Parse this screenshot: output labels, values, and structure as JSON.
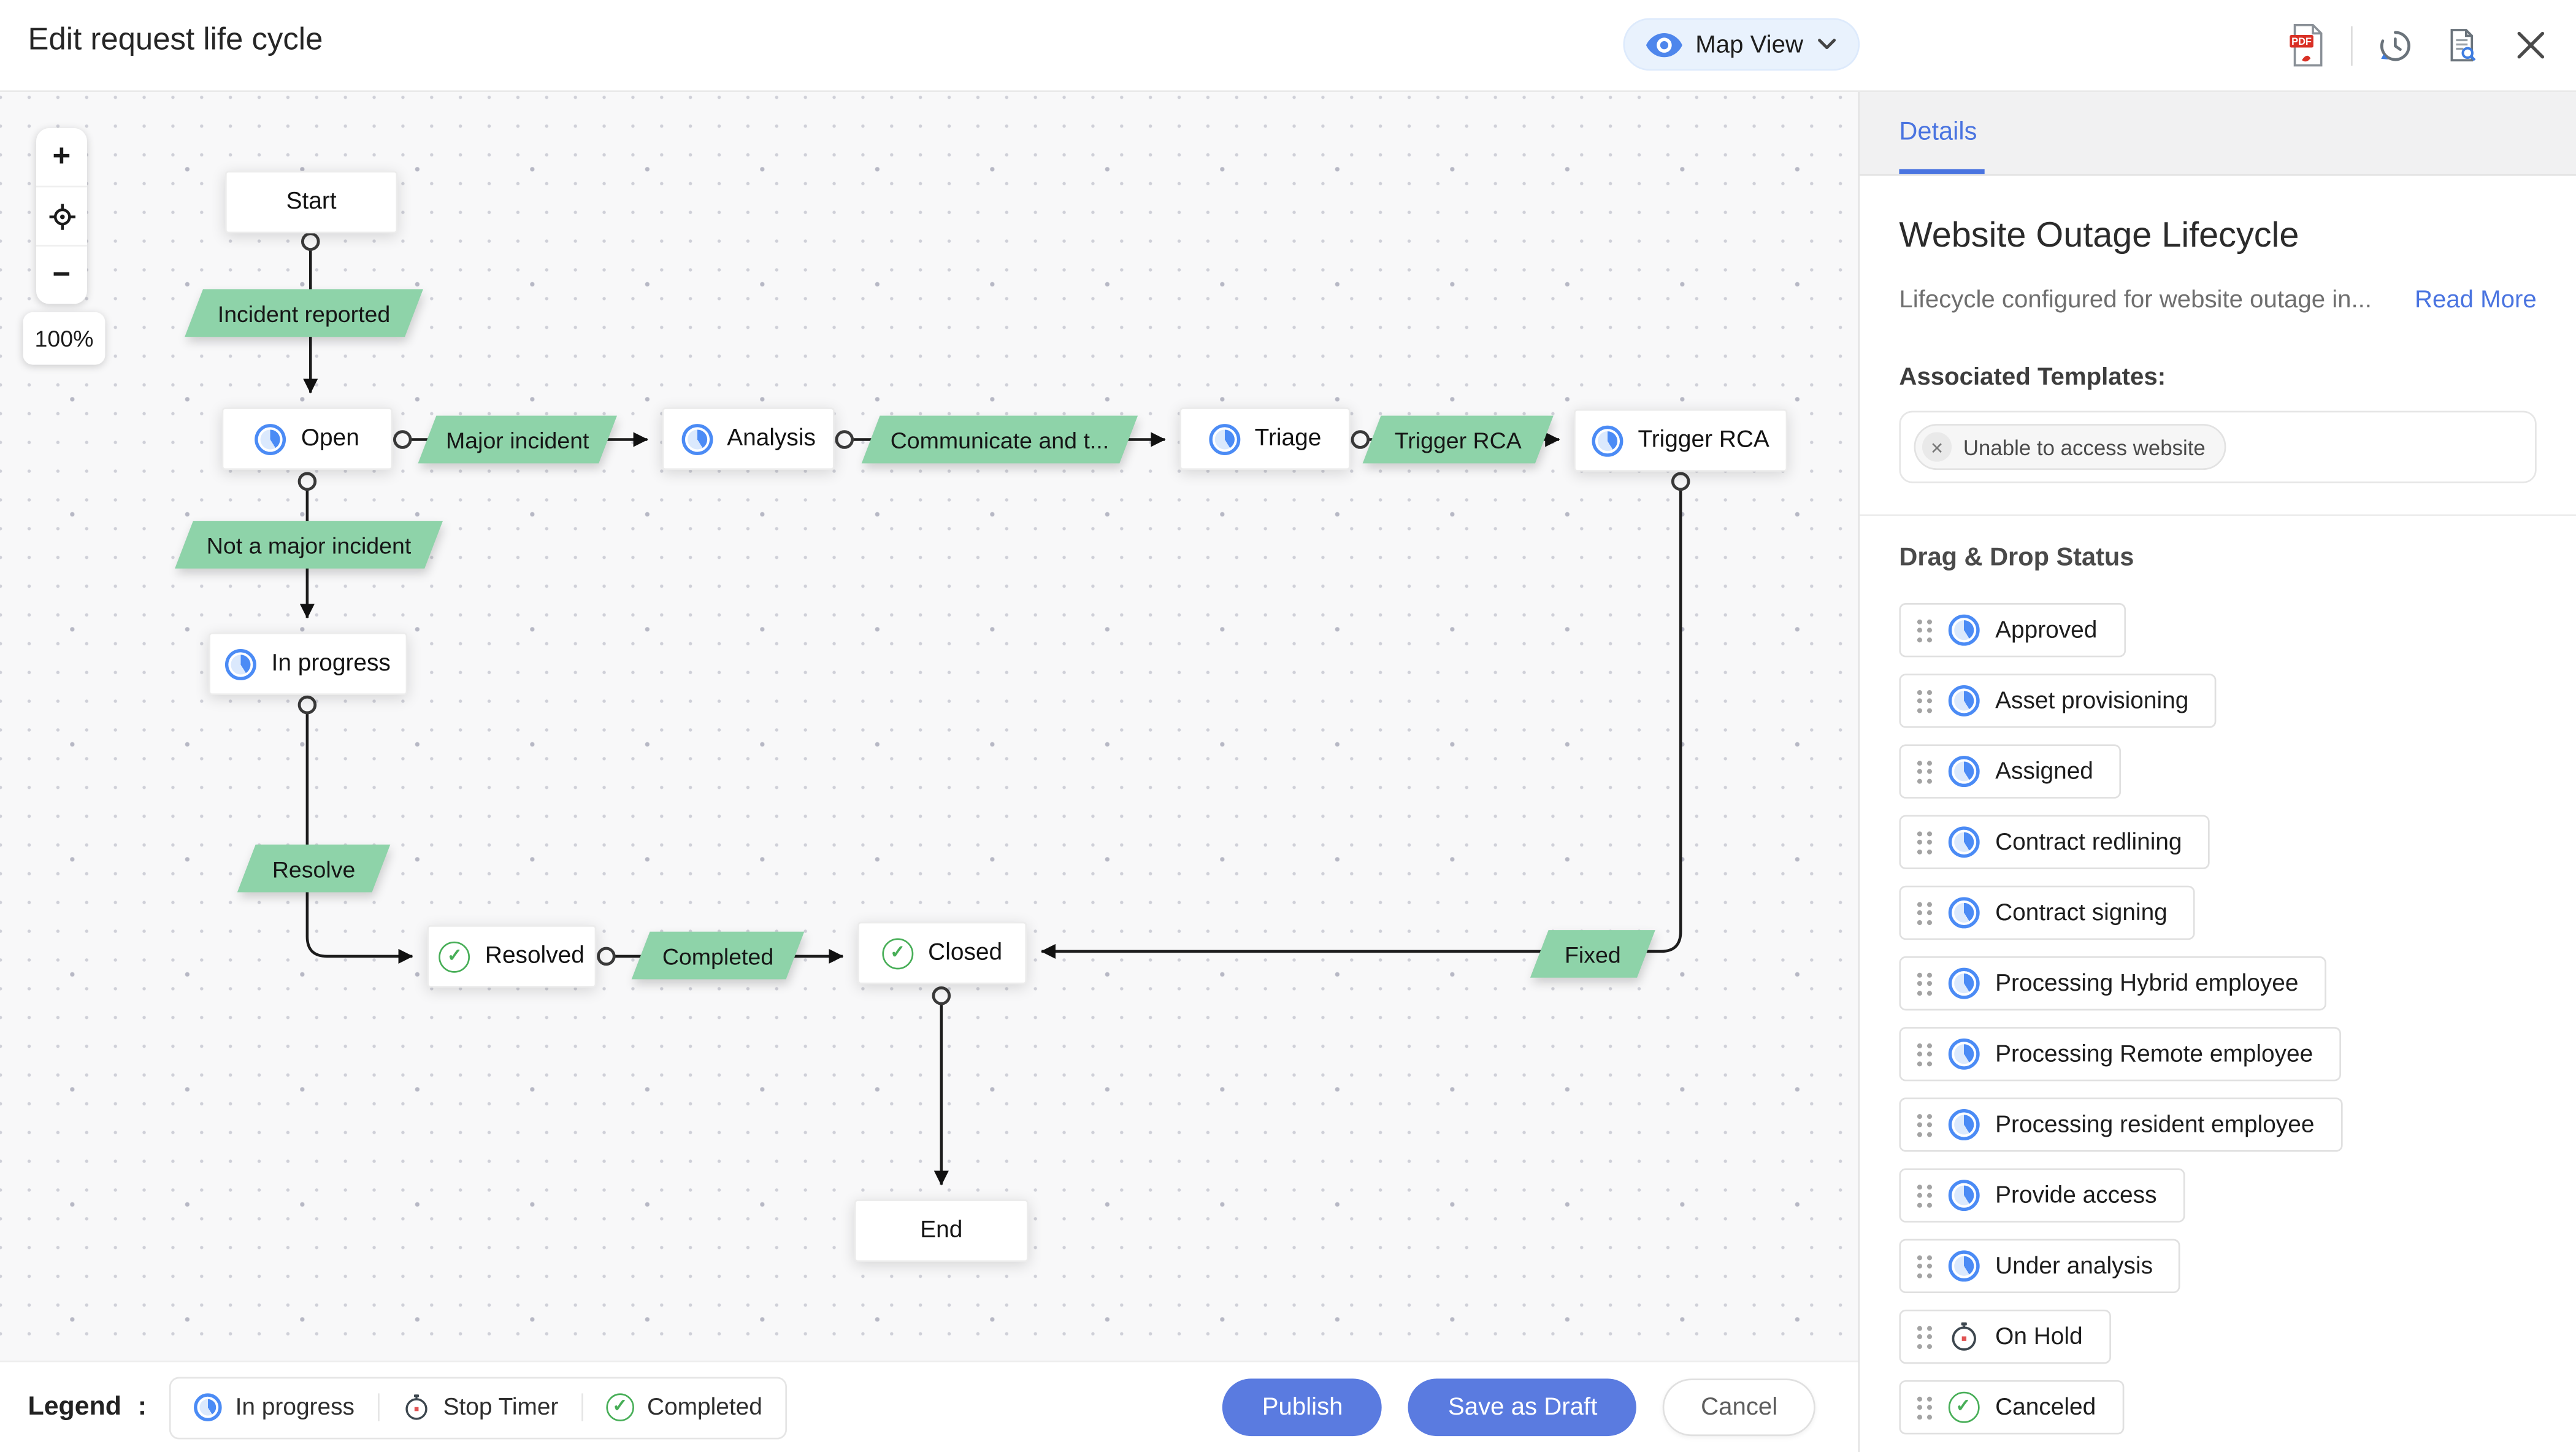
{
  "header": {
    "title": "Edit request life cycle",
    "view_selector": {
      "label": "Map View"
    }
  },
  "zoom_controls": {
    "zoom_in": "+",
    "zoom_out": "−",
    "zoom_level": "100%"
  },
  "canvas": {
    "nodes": [
      {
        "label": "Start",
        "icon": "none"
      },
      {
        "label": "Open",
        "icon": "in-progress"
      },
      {
        "label": "Analysis",
        "icon": "in-progress"
      },
      {
        "label": "Triage",
        "icon": "in-progress"
      },
      {
        "label": "Trigger RCA",
        "icon": "in-progress"
      },
      {
        "label": "In progress",
        "icon": "in-progress"
      },
      {
        "label": "Resolved",
        "icon": "completed"
      },
      {
        "label": "Closed",
        "icon": "completed"
      },
      {
        "label": "End",
        "icon": "none"
      }
    ],
    "edge_labels": [
      {
        "label": "Incident reported"
      },
      {
        "label": "Major incident"
      },
      {
        "label": "Communicate and t..."
      },
      {
        "label": "Trigger RCA"
      },
      {
        "label": "Not a major incident"
      },
      {
        "label": "Resolve"
      },
      {
        "label": "Completed"
      },
      {
        "label": "Fixed"
      }
    ]
  },
  "panel": {
    "tab_label": "Details",
    "title": "Website Outage Lifecycle",
    "description": "Lifecycle configured for website outage in...",
    "read_more_label": "Read More",
    "associated_templates_label": "Associated Templates:",
    "template_chip": {
      "label": "Unable to access website",
      "remove": "×"
    },
    "drag_drop_label": "Drag & Drop Status",
    "statuses": [
      {
        "label": "Approved",
        "icon": "in-progress"
      },
      {
        "label": "Asset provisioning",
        "icon": "in-progress"
      },
      {
        "label": "Assigned",
        "icon": "in-progress"
      },
      {
        "label": "Contract redlining",
        "icon": "in-progress"
      },
      {
        "label": "Contract signing",
        "icon": "in-progress"
      },
      {
        "label": "Processing Hybrid employee",
        "icon": "in-progress"
      },
      {
        "label": "Processing Remote employee",
        "icon": "in-progress"
      },
      {
        "label": "Processing resident employee",
        "icon": "in-progress"
      },
      {
        "label": "Provide access",
        "icon": "in-progress"
      },
      {
        "label": "Under analysis",
        "icon": "in-progress"
      },
      {
        "label": "On Hold",
        "icon": "stop-timer"
      },
      {
        "label": "Canceled",
        "icon": "completed"
      }
    ]
  },
  "footer": {
    "legend_label": "Legend",
    "legend_colon": ":",
    "legend_items": [
      {
        "label": "In progress",
        "icon": "in-progress"
      },
      {
        "label": "Stop Timer",
        "icon": "stop-timer"
      },
      {
        "label": "Completed",
        "icon": "completed"
      }
    ],
    "buttons": {
      "publish": "Publish",
      "save_draft": "Save as Draft",
      "cancel": "Cancel"
    }
  },
  "colors": {
    "accent_blue": "#4a74e0",
    "button_blue": "#5a7be0",
    "transition_green": "#8ed3a9",
    "icon_blue": "#4b8bf5",
    "icon_green": "#47ae57"
  }
}
